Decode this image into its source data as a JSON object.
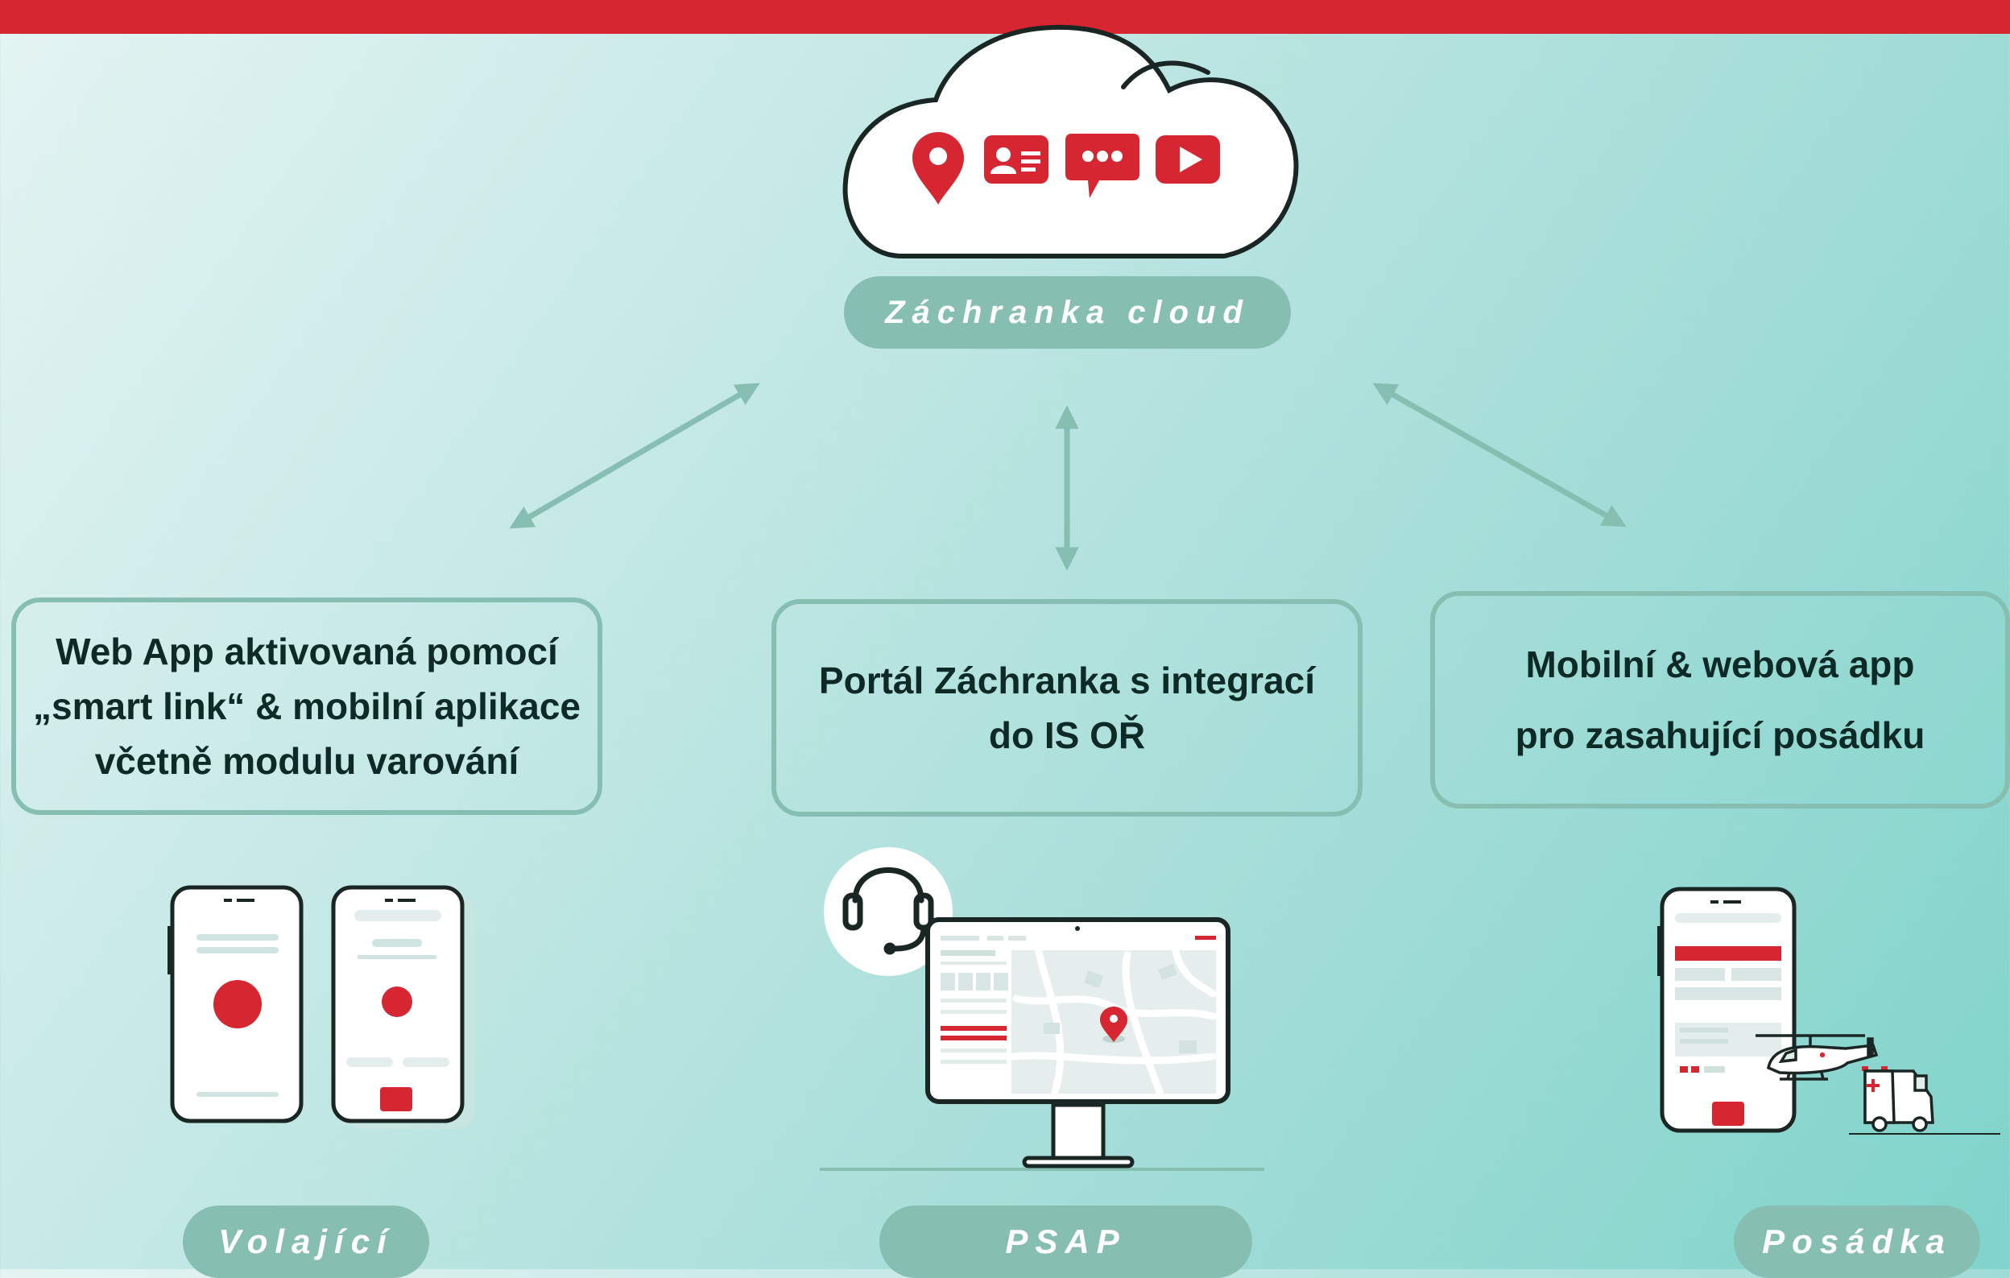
{
  "cloud": {
    "label": "Záchranka cloud",
    "icons": [
      "location-pin-icon",
      "contact-card-icon",
      "chat-bubble-icon",
      "video-play-icon"
    ]
  },
  "boxes": {
    "left": "Web App aktivovaná pomocí\n„smart link“ & mobilní aplikace\nvčetně modulu varování",
    "center": "Portál Záchranka s integrací\ndo IS OŘ",
    "right": "Mobilní & webová app\npro zasahující posádku"
  },
  "labels": {
    "left": "Volající",
    "center": "PSAP",
    "right": "Posádka"
  },
  "colors": {
    "accent_red": "#d52631",
    "teal": "#86bfb2",
    "ink": "#0e2a26"
  }
}
